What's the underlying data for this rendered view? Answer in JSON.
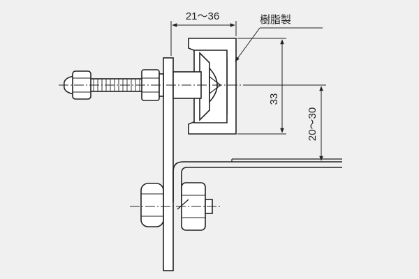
{
  "figure": {
    "material_note": "樹脂製",
    "dim_width": "21～36",
    "dim_height": "33",
    "dim_offset": "20～30"
  },
  "colors": {
    "background": "#f0f0f0",
    "line": "#222222",
    "fill_white": "#ffffff",
    "fill_light": "#e6e6e6"
  }
}
